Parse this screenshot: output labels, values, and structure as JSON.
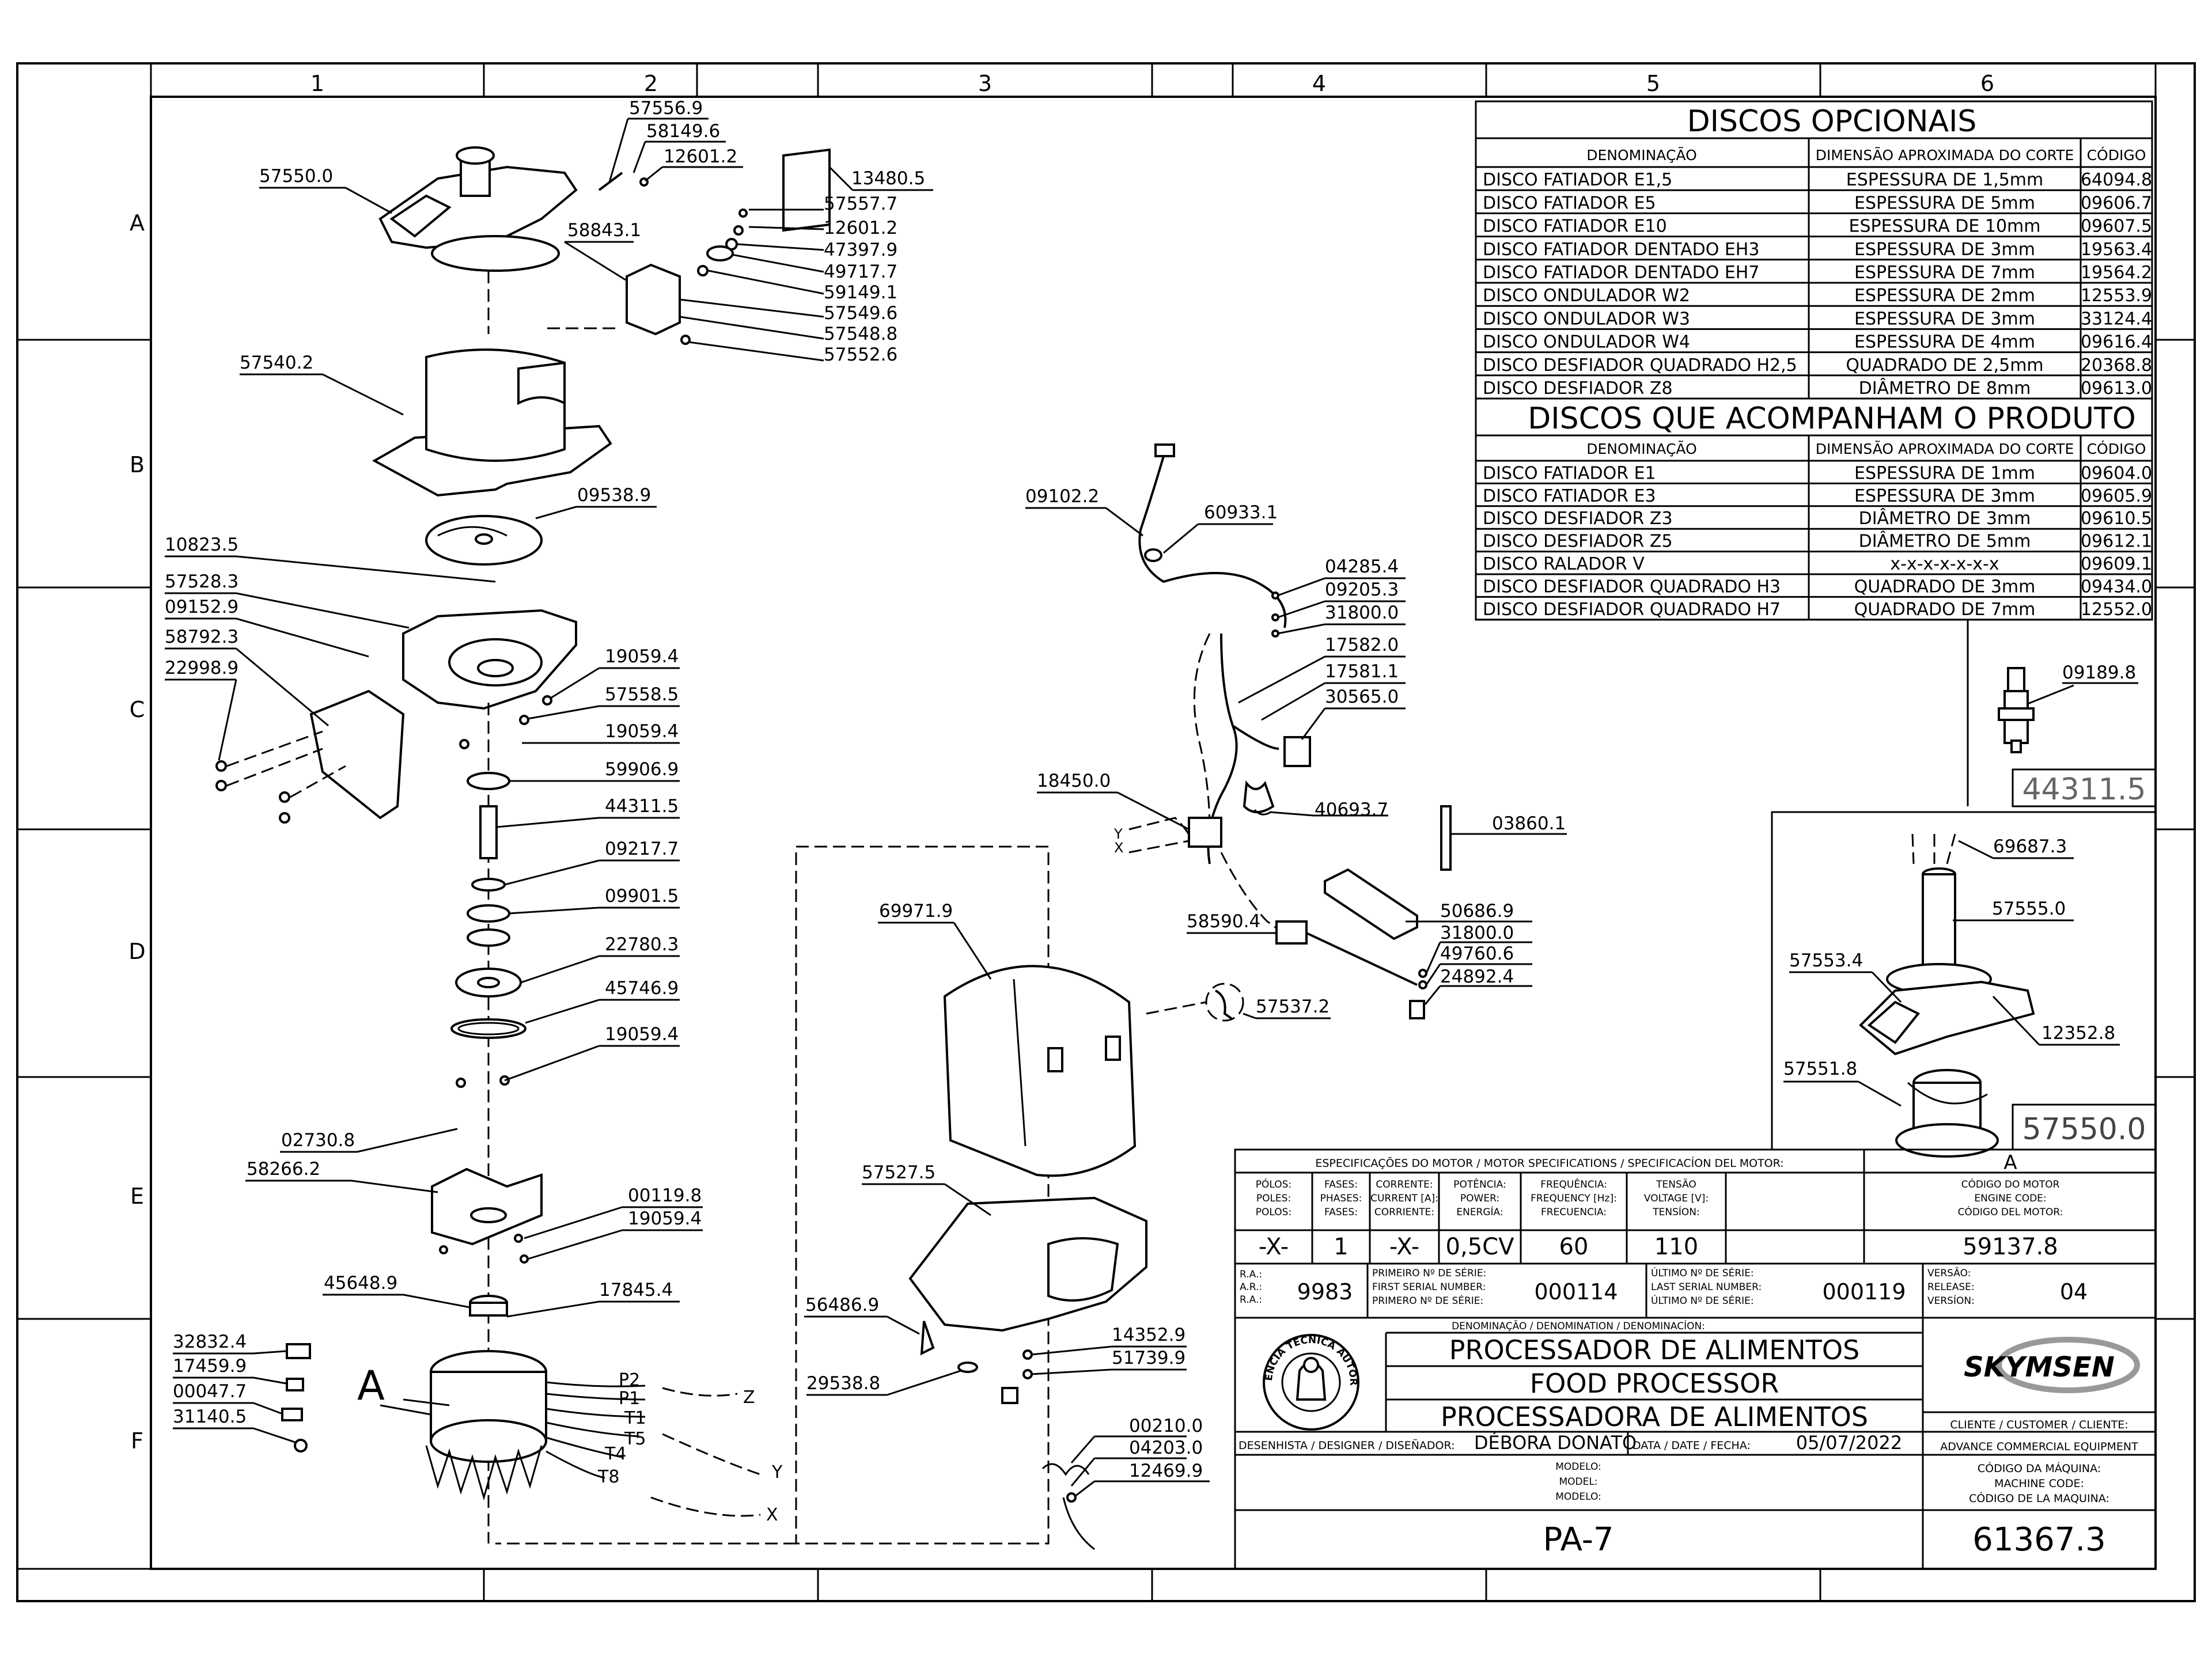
{
  "frame": {
    "columns": [
      "1",
      "2",
      "3",
      "4",
      "5",
      "6"
    ],
    "rows": [
      "A",
      "B",
      "C",
      "D",
      "E",
      "F"
    ]
  },
  "optional_discs": {
    "title": "DISCOS OPCIONAIS",
    "headers": [
      "DENOMINAÇÃO",
      "DIMENSÃO APROXIMADA DO CORTE",
      "CÓDIGO"
    ],
    "rows": [
      [
        "DISCO FATIADOR E1,5",
        "ESPESSURA DE 1,5mm",
        "64094.8"
      ],
      [
        "DISCO FATIADOR E5",
        "ESPESSURA DE 5mm",
        "09606.7"
      ],
      [
        "DISCO FATIADOR E10",
        "ESPESSURA DE 10mm",
        "09607.5"
      ],
      [
        "DISCO FATIADOR DENTADO EH3",
        "ESPESSURA DE 3mm",
        "19563.4"
      ],
      [
        "DISCO FATIADOR DENTADO EH7",
        "ESPESSURA DE 7mm",
        "19564.2"
      ],
      [
        "DISCO ONDULADOR W2",
        "ESPESSURA DE 2mm",
        "12553.9"
      ],
      [
        "DISCO ONDULADOR W3",
        "ESPESSURA DE 3mm",
        "33124.4"
      ],
      [
        "DISCO ONDULADOR W4",
        "ESPESSURA DE 4mm",
        "09616.4"
      ],
      [
        "DISCO DESFIADOR QUADRADO H2,5",
        "QUADRADO DE 2,5mm",
        "20368.8"
      ],
      [
        "DISCO DESFIADOR Z8",
        "DIÂMETRO DE 8mm",
        "09613.0"
      ]
    ]
  },
  "included_discs": {
    "title": "DISCOS QUE ACOMPANHAM O PRODUTO",
    "headers": [
      "DENOMINAÇÃO",
      "DIMENSÃO APROXIMADA DO CORTE",
      "CÓDIGO"
    ],
    "rows": [
      [
        "DISCO FATIADOR E1",
        "ESPESSURA DE 1mm",
        "09604.0"
      ],
      [
        "DISCO FATIADOR E3",
        "ESPESSURA DE 3mm",
        "09605.9"
      ],
      [
        "DISCO DESFIADOR Z3",
        "DIÂMETRO DE 3mm",
        "09610.5"
      ],
      [
        "DISCO DESFIADOR Z5",
        "DIÂMETRO DE 5mm",
        "09612.1"
      ],
      [
        "DISCO RALADOR V",
        "x-x-x-x-x-x-x",
        "09609.1"
      ],
      [
        "DISCO DESFIADOR QUADRADO H3",
        "QUADRADO DE 3mm",
        "09434.0"
      ],
      [
        "DISCO DESFIADOR QUADRADO H7",
        "QUADRADO DE 7mm",
        "12552.0"
      ]
    ]
  },
  "subassemblies": {
    "shaft_code": "44311.5",
    "shaft_part": "09189.8",
    "lid_code": "57550.0"
  },
  "part_labels": {
    "top": [
      "57556.9",
      "58149.6",
      "12601.2",
      "57550.0",
      "13480.5",
      "57557.7",
      "12601.2",
      "58843.1",
      "47397.9",
      "49717.7",
      "59149.1",
      "57549.6",
      "57548.8",
      "57552.6"
    ],
    "col1": [
      "57540.2",
      "09538.9",
      "10823.5",
      "57528.3",
      "09152.9",
      "58792.3",
      "22998.9",
      "19059.4",
      "57558.5",
      "19059.4",
      "59906.9",
      "44311.5",
      "09217.7",
      "09901.5",
      "22780.3",
      "45746.9",
      "19059.4",
      "02730.8",
      "58266.2",
      "00119.8",
      "19059.4",
      "45648.9",
      "17845.4",
      "32832.4",
      "17459.9",
      "00047.7",
      "31140.5"
    ],
    "motor_letter": "A",
    "motor_wires": [
      "P2",
      "P1",
      "T1",
      "T5",
      "T4",
      "T8"
    ],
    "wire_ends": [
      "Z",
      "Y",
      "X"
    ],
    "middle": [
      "69971.9",
      "57527.5",
      "56486.9",
      "29538.8",
      "14352.9",
      "51739.9",
      "00210.0",
      "04203.0",
      "12469.9"
    ],
    "electrical": [
      "09102.2",
      "60933.1",
      "04285.4",
      "09205.3",
      "31800.0",
      "17582.0",
      "17581.1",
      "30565.0",
      "18450.0",
      "40693.7",
      "03860.1",
      "50686.9",
      "31800.0",
      "58590.4",
      "49760.6",
      "24892.4",
      "57537.2"
    ],
    "electrical_marks": [
      "Y",
      "X"
    ],
    "lid_parts": [
      "69687.3",
      "57555.0",
      "57553.4",
      "12352.8",
      "57551.8"
    ]
  },
  "motor_spec": {
    "title": "ESPECIFICAÇÕES DO MOTOR / MOTOR SPECIFICATIONS / SPECIFICACÍON DEL MOTOR:",
    "letter": "A",
    "headers": [
      [
        "PÓLOS:",
        "POLES:",
        "POLOS:"
      ],
      [
        "FASES:",
        "PHASES:",
        "FASES:"
      ],
      [
        "CORRENTE:",
        "CURRENT [A]:",
        "CORRIENTE:"
      ],
      [
        "POTÊNCIA:",
        "POWER:",
        "ENERGÍA:"
      ],
      [
        "FREQUÊNCIA:",
        "FREQUENCY [Hz]:",
        "FRECUENCIA:"
      ],
      [
        "TENSÃO",
        "VOLTAGE [V]:",
        "TENSÍON:"
      ],
      [
        "CÓDIGO DO MOTOR",
        "ENGINE CODE:",
        "CÓDIGO DEL MOTOR:"
      ]
    ],
    "values": [
      "-X-",
      "1",
      "-X-",
      "0,5CV",
      "60",
      "110",
      "59137.8"
    ]
  },
  "title_block": {
    "ra_labels": [
      "R.A.:",
      "A.R.:",
      "R.A.:"
    ],
    "ra": "9983",
    "first_serial_labels": [
      "PRIMEIRO Nº DE SÉRIE:",
      "FIRST SERIAL NUMBER:",
      "PRIMERO Nº DE SÉRIE:"
    ],
    "first_serial": "000114",
    "last_serial_labels": [
      "ÚLTIMO Nº DE SÉRIE:",
      "LAST SERIAL NUMBER:",
      "ÚLTIMO Nº DE SÉRIE:"
    ],
    "last_serial": "000119",
    "version_labels": [
      "VERSÃO:",
      "RELEASE:",
      "VERSÍON:"
    ],
    "version": "04",
    "denomination_label": "DENOMINAÇÃO / DENOMINATION / DENOMINACÍON:",
    "names": [
      "PROCESSADOR DE ALIMENTOS",
      "FOOD PROCESSOR",
      "PROCESSADORA DE ALIMENTOS"
    ],
    "brand": "SKYMSEN",
    "seal_text": "ASSISTÊNCIA TÉCNICA AUTORIZADA",
    "client_label": "CLIENTE / CUSTOMER / CLIENTE:",
    "client": "ADVANCE COMMERCIAL EQUIPMENT",
    "designer_label": "DESENHISTA / DESIGNER / DISEÑADOR:",
    "designer": "DÉBORA DONATO",
    "date_label": "DATA / DATE / FECHA:",
    "date": "05/07/2022",
    "model_labels": [
      "MODELO:",
      "MODEL:",
      "MODELO:"
    ],
    "model": "PA-7",
    "machine_code_labels": [
      "CÓDIGO DA MÁQUINA:",
      "MACHINE CODE:",
      "CÓDIGO DE LA MAQUINA:"
    ],
    "machine_code": "61367.3"
  }
}
